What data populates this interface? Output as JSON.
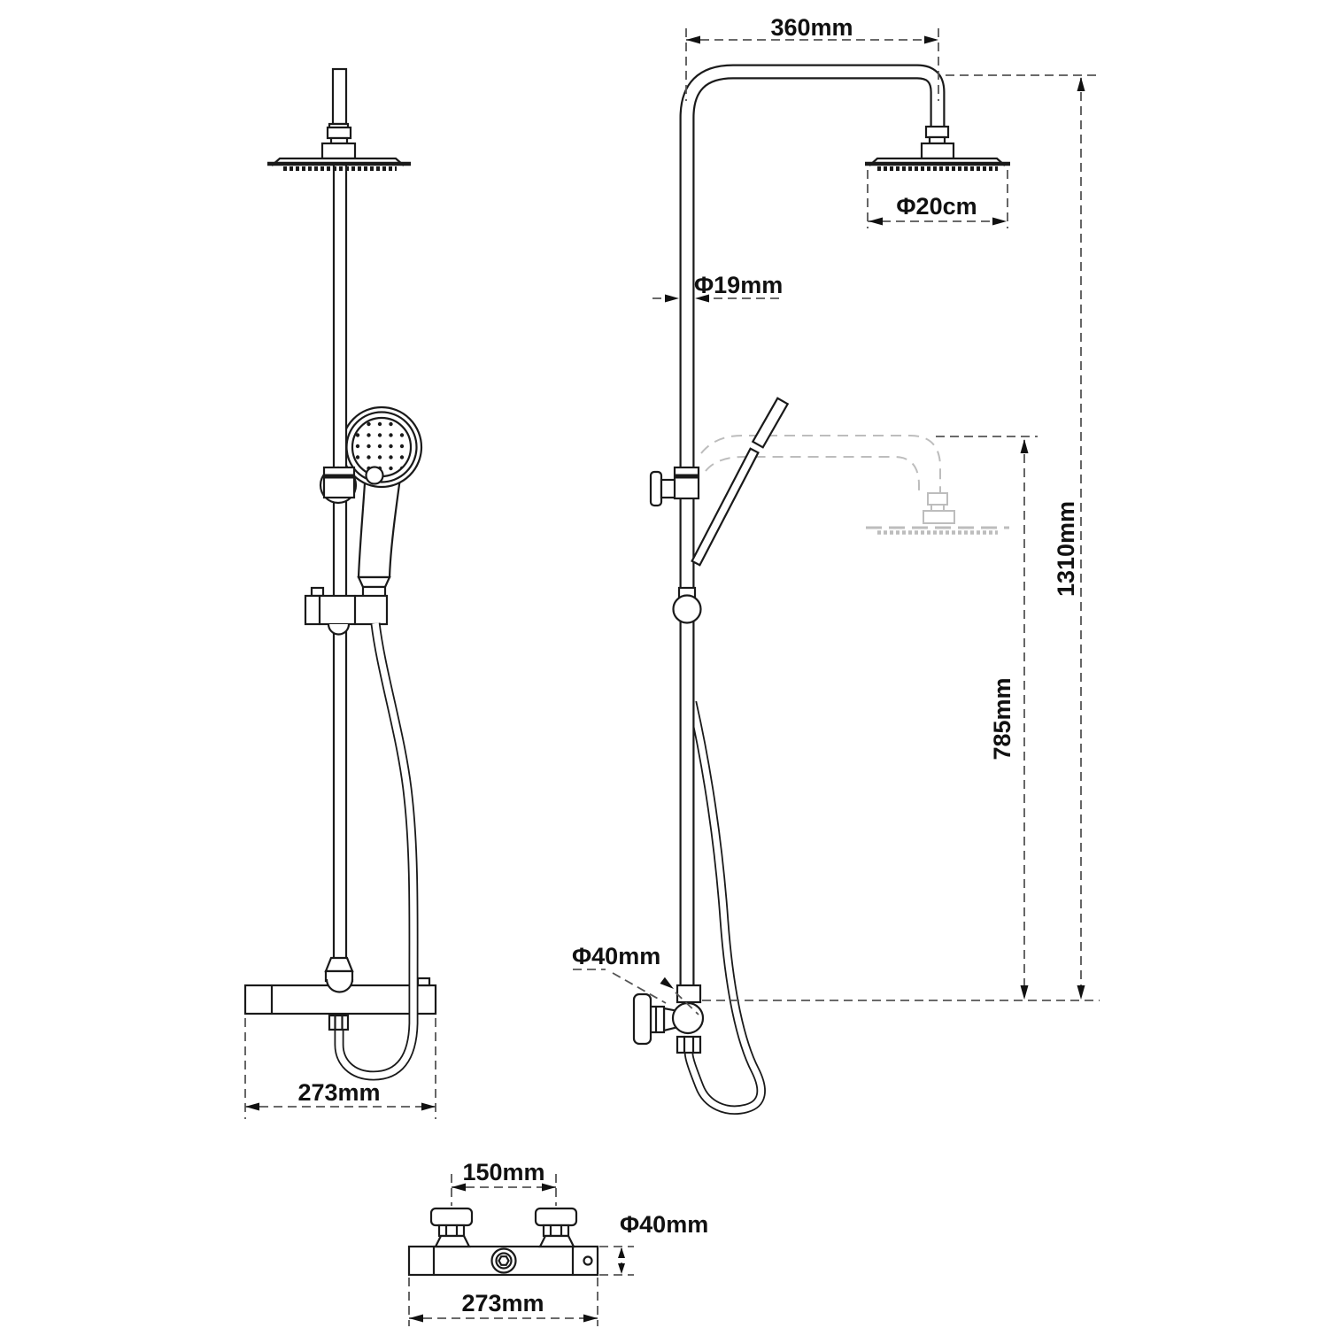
{
  "diagram": {
    "subject": "Thermostatic shower column technical drawing with front, side and top views",
    "colors": {
      "line": "#1a1a1a",
      "ghost": "#bdbdbd",
      "dim": "#555555"
    },
    "views": {
      "side": {
        "dims": {
          "arm_reach": "360mm",
          "head_diameter": "Φ20cm",
          "pipe_diameter": "Φ19mm",
          "total_height": "1310mm",
          "riser_height": "785mm",
          "valve_diameter": "Φ40mm"
        }
      },
      "front": {
        "dims": {
          "bar_width": "273mm"
        }
      },
      "top": {
        "dims": {
          "handle_spacing": "150mm",
          "body_diameter": "Φ40mm",
          "bar_width": "273mm"
        }
      }
    }
  }
}
